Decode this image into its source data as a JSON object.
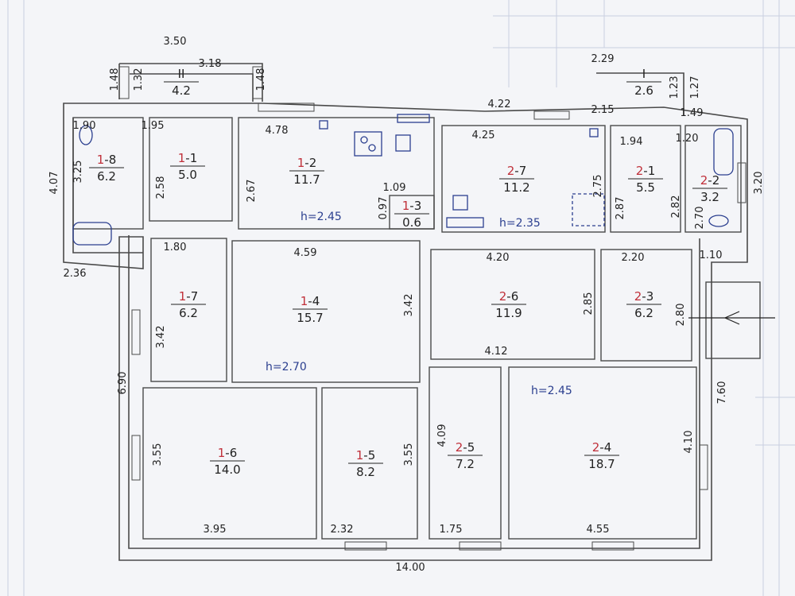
{
  "colors": {
    "wall": "#4a4a4a",
    "ink": "#222222",
    "red": "#c0303a",
    "blue": "#2b3f8f",
    "grid": "#c9cfe0",
    "paper": "#f4f5f8"
  },
  "rooms": [
    {
      "id": "II",
      "num_prefix": "",
      "num_suffix": "II",
      "area": "4.2"
    },
    {
      "id": "I",
      "num_prefix": "",
      "num_suffix": "I",
      "area": "2.6"
    },
    {
      "id": "1-8",
      "num_prefix": "1",
      "num_suffix": "-8",
      "area": "6.2"
    },
    {
      "id": "1-1",
      "num_prefix": "1",
      "num_suffix": "-1",
      "area": "5.0"
    },
    {
      "id": "1-2",
      "num_prefix": "1",
      "num_suffix": "-2",
      "area": "11.7"
    },
    {
      "id": "1-3",
      "num_prefix": "1",
      "num_suffix": "-3",
      "area": "0.6"
    },
    {
      "id": "2-7",
      "num_prefix": "2",
      "num_suffix": "-7",
      "area": "11.2"
    },
    {
      "id": "2-1",
      "num_prefix": "2",
      "num_suffix": "-1",
      "area": "5.5"
    },
    {
      "id": "2-2",
      "num_prefix": "2",
      "num_suffix": "-2",
      "area": "3.2"
    },
    {
      "id": "1-7",
      "num_prefix": "1",
      "num_suffix": "-7",
      "area": "6.2"
    },
    {
      "id": "1-4",
      "num_prefix": "1",
      "num_suffix": "-4",
      "area": "15.7"
    },
    {
      "id": "2-6",
      "num_prefix": "2",
      "num_suffix": "-6",
      "area": "11.9"
    },
    {
      "id": "2-3",
      "num_prefix": "2",
      "num_suffix": "-3",
      "area": "6.2"
    },
    {
      "id": "1-6",
      "num_prefix": "1",
      "num_suffix": "-6",
      "area": "14.0"
    },
    {
      "id": "1-5",
      "num_prefix": "1",
      "num_suffix": "-5",
      "area": "8.2"
    },
    {
      "id": "2-5",
      "num_prefix": "2",
      "num_suffix": "-5",
      "area": "7.2"
    },
    {
      "id": "2-4",
      "num_prefix": "2",
      "num_suffix": "-4",
      "area": "18.7"
    }
  ],
  "heights": [
    "h=2.45",
    "h=2.35",
    "h=2.70",
    "h=2.45"
  ],
  "dimensions": [
    "3.50",
    "3.18",
    "1.48",
    "1.32",
    "1.48",
    "2.29",
    "1.23",
    "1.27",
    "4.22",
    "2.15",
    "1.49",
    "1.90",
    "1.95",
    "4.78",
    "4.25",
    "1.94",
    "1.20",
    "3.25",
    "4.07",
    "2.58",
    "2.67",
    "1.09",
    "0.97",
    "2.75",
    "2.87",
    "2.82",
    "2.70",
    "3.20",
    "2.36",
    "1.80",
    "4.59",
    "4.20",
    "2.20",
    "1.10",
    "3.42",
    "3.42",
    "2.85",
    "2.80",
    "4.12",
    "6.90",
    "7.60",
    "3.55",
    "3.55",
    "4.09",
    "4.10",
    "3.95",
    "2.32",
    "1.75",
    "4.55",
    "14.00"
  ]
}
